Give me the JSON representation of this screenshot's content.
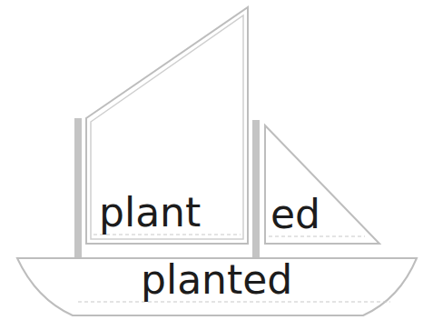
{
  "diagram": {
    "nodes": [
      {
        "text": [
          "plant"
        ]
      },
      {
        "text": [
          "ed"
        ]
      },
      {
        "text": [
          "planted"
        ]
      }
    ]
  }
}
